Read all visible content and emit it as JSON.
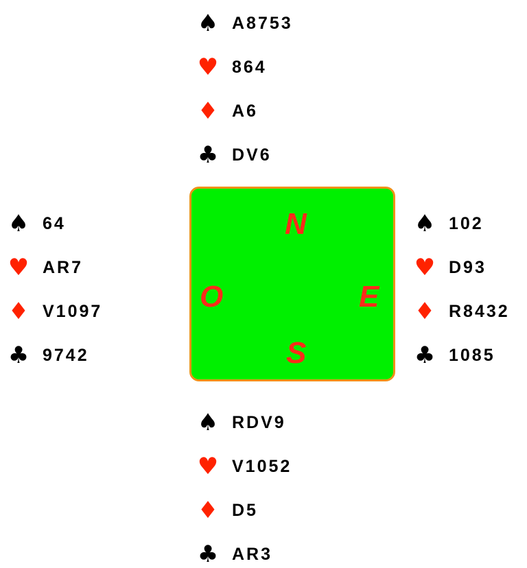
{
  "colors": {
    "table_green": "#00f000",
    "table_border": "#f09018",
    "compass_red": "#ff2a1a",
    "red_suit": "#ff2200",
    "black_suit": "#000000"
  },
  "hands": {
    "north": {
      "spades": "A8753",
      "hearts": "864",
      "diamonds": "A6",
      "clubs": "DV6"
    },
    "west": {
      "spades": "64",
      "hearts": "AR7",
      "diamonds": "V1097",
      "clubs": "9742"
    },
    "east": {
      "spades": "102",
      "hearts": "D93",
      "diamonds": "R8432",
      "clubs": "1085"
    },
    "south": {
      "spades": "RDV9",
      "hearts": "V1052",
      "diamonds": "D5",
      "clubs": "AR3"
    }
  },
  "compass": {
    "north": "N",
    "west": "O",
    "east": "E",
    "south": "S"
  }
}
